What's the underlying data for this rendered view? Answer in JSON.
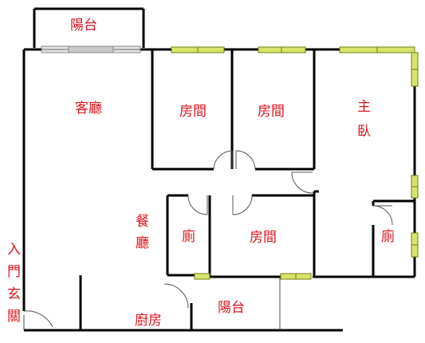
{
  "rooms": {
    "balcony_top": "陽台",
    "living_room": "客廳",
    "bedroom_1": "房間",
    "bedroom_2": "房間",
    "master_line1": "主",
    "master_line2": "臥",
    "dining": "餐廳",
    "bath_left": "廁",
    "bedroom_3": "房間",
    "bath_right": "廁",
    "kitchen": "廚房",
    "balcony_bottom": "陽台",
    "entrance": "入門玄關"
  },
  "colors": {
    "wall": "#000000",
    "label": "#e0141e",
    "window": "#d8e36a",
    "window_edge": "#6f7d10",
    "glass": "#c8c8c8"
  }
}
